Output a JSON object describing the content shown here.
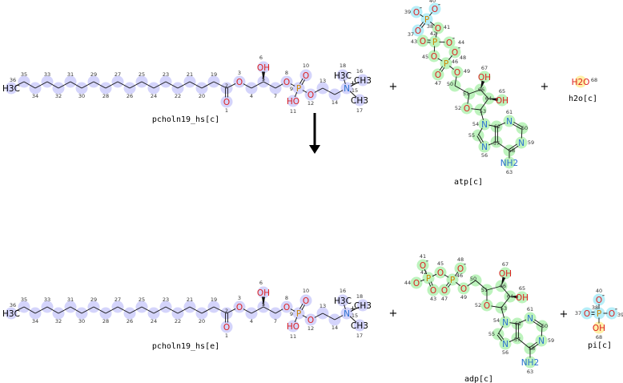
{
  "colors": {
    "l": "#d4d4fb",
    "g": "#bdf3bd",
    "c": "#b6eef8",
    "y": "#fff0a8",
    "O": "#dd2222",
    "P": "#cc8400",
    "N": "#2a6fd0",
    "bond": "#111111"
  },
  "operators": {
    "plus": "+"
  },
  "molecules": {
    "pcholn19_hs_c": {
      "name": "pcholn19_hs[c]",
      "atoms": [
        [
          "36",
          "H3C",
          "",
          "l"
        ],
        [
          "35",
          "",
          "",
          "l"
        ],
        [
          "34",
          "",
          "",
          "l"
        ],
        [
          "33",
          "",
          "",
          "l"
        ],
        [
          "32",
          "",
          "",
          "l"
        ],
        [
          "31",
          "",
          "",
          "l"
        ],
        [
          "30",
          "",
          "",
          "l"
        ],
        [
          "29",
          "",
          "",
          "l"
        ],
        [
          "28",
          "",
          "",
          "l"
        ],
        [
          "27",
          "",
          "",
          "l"
        ],
        [
          "26",
          "",
          "",
          "l"
        ],
        [
          "25",
          "",
          "",
          "l"
        ],
        [
          "24",
          "",
          "",
          "l"
        ],
        [
          "23",
          "",
          "",
          "l"
        ],
        [
          "22",
          "",
          "",
          "l"
        ],
        [
          "21",
          "",
          "",
          "l"
        ],
        [
          "20",
          "",
          "",
          "l"
        ],
        [
          "19",
          "",
          "",
          "l"
        ],
        [
          "2",
          "",
          "",
          "l"
        ],
        [
          "1",
          "O",
          "",
          "l"
        ],
        [
          "3",
          "O",
          "",
          "l"
        ],
        [
          "4",
          "",
          "",
          "l"
        ],
        [
          "5",
          "",
          "",
          "l"
        ],
        [
          "6",
          "OH",
          "",
          "l"
        ],
        [
          "7",
          "",
          "",
          "l"
        ],
        [
          "8",
          "O",
          "",
          "l"
        ],
        [
          "9",
          "P",
          "",
          "l"
        ],
        [
          "10",
          "O",
          "",
          "l"
        ],
        [
          "11",
          "HO",
          "",
          "l"
        ],
        [
          "12",
          "O",
          "",
          "l"
        ],
        [
          "13",
          "",
          "",
          "l"
        ],
        [
          "14",
          "",
          "",
          "l"
        ],
        [
          "15",
          "N",
          "+",
          "l"
        ],
        [
          "18",
          "H3C",
          "",
          "l"
        ],
        [
          "16",
          "CH3",
          "",
          "l"
        ],
        [
          "17",
          "CH3",
          "",
          "l"
        ]
      ]
    },
    "atp_c": {
      "name": "atp[c]",
      "atoms": [
        [
          "39",
          "O",
          "-",
          "c"
        ],
        [
          "40",
          "O",
          "-",
          "c"
        ],
        [
          "38",
          "P",
          "",
          "c"
        ],
        [
          "37",
          "O",
          "",
          "c"
        ],
        [
          "41",
          "O",
          "",
          "g"
        ],
        [
          "42",
          "P",
          "",
          "g"
        ],
        [
          "43",
          "O",
          "",
          "g"
        ],
        [
          "44",
          "O",
          "-",
          "g"
        ],
        [
          "48",
          "O",
          "-",
          "g"
        ],
        [
          "45",
          "O",
          "",
          "g"
        ],
        [
          "46",
          "P",
          "",
          "g"
        ],
        [
          "47",
          "O",
          "",
          "g"
        ],
        [
          "49",
          "O",
          "",
          "g"
        ],
        [
          "50",
          "",
          "",
          "g"
        ],
        [
          "51",
          "",
          "",
          "g"
        ],
        [
          "52",
          "O",
          "",
          "g"
        ],
        [
          "53",
          "",
          "",
          "g"
        ],
        [
          "64",
          "",
          "",
          "g"
        ],
        [
          "65",
          "OH",
          "",
          "g"
        ],
        [
          "66",
          "",
          "",
          "g"
        ],
        [
          "67",
          "OH",
          "",
          "g"
        ],
        [
          "54",
          "N",
          "",
          "g"
        ],
        [
          "55",
          "",
          "",
          "g"
        ],
        [
          "56",
          "N",
          "",
          "g"
        ],
        [
          "57",
          "",
          "",
          "g"
        ],
        [
          "62",
          "",
          "",
          "g"
        ],
        [
          "61",
          "N",
          "",
          "g"
        ],
        [
          "60",
          "",
          "",
          "g"
        ],
        [
          "59",
          "N",
          "",
          "g"
        ],
        [
          "58",
          "",
          "",
          "g"
        ],
        [
          "63",
          "NH2",
          "",
          "g"
        ]
      ]
    },
    "h2o_c": {
      "name": "h2o[c]",
      "atoms": [
        [
          "68",
          "H2O",
          "",
          "y"
        ]
      ]
    },
    "pcholn19_hs_e": {
      "name": "pcholn19_hs[e]",
      "atoms": [
        [
          "36",
          "H3C",
          "",
          "l"
        ],
        [
          "35",
          "",
          "",
          "l"
        ],
        [
          "34",
          "",
          "",
          "l"
        ],
        [
          "33",
          "",
          "",
          "l"
        ],
        [
          "32",
          "",
          "",
          "l"
        ],
        [
          "31",
          "",
          "",
          "l"
        ],
        [
          "30",
          "",
          "",
          "l"
        ],
        [
          "29",
          "",
          "",
          "l"
        ],
        [
          "28",
          "",
          "",
          "l"
        ],
        [
          "27",
          "",
          "",
          "l"
        ],
        [
          "26",
          "",
          "",
          "l"
        ],
        [
          "25",
          "",
          "",
          "l"
        ],
        [
          "24",
          "",
          "",
          "l"
        ],
        [
          "23",
          "",
          "",
          "l"
        ],
        [
          "22",
          "",
          "",
          "l"
        ],
        [
          "21",
          "",
          "",
          "l"
        ],
        [
          "20",
          "",
          "",
          "l"
        ],
        [
          "19",
          "",
          "",
          "l"
        ],
        [
          "2",
          "",
          "",
          "l"
        ],
        [
          "1",
          "O",
          "",
          "l"
        ],
        [
          "3",
          "O",
          "",
          "l"
        ],
        [
          "4",
          "",
          "",
          "l"
        ],
        [
          "5",
          "",
          "",
          "l"
        ],
        [
          "6",
          "OH",
          "",
          "l"
        ],
        [
          "7",
          "",
          "",
          "l"
        ],
        [
          "8",
          "O",
          "",
          "l"
        ],
        [
          "9",
          "P",
          "",
          "l"
        ],
        [
          "10",
          "O",
          "",
          "l"
        ],
        [
          "11",
          "HO",
          "",
          "l"
        ],
        [
          "12",
          "O",
          "",
          "l"
        ],
        [
          "13",
          "",
          "",
          "l"
        ],
        [
          "14",
          "",
          "",
          "l"
        ],
        [
          "15",
          "N",
          "+",
          "l"
        ],
        [
          "16",
          "H3C",
          "",
          "l"
        ],
        [
          "18",
          "CH3",
          "",
          "l"
        ],
        [
          "17",
          "CH3",
          "",
          "l"
        ]
      ]
    },
    "adp_c": {
      "name": "adp[c]",
      "atoms": [
        [
          "41",
          "O",
          "-",
          "g"
        ],
        [
          "42",
          "P",
          "",
          "g"
        ],
        [
          "44",
          "O",
          "",
          "g"
        ],
        [
          "43",
          "O",
          "",
          "g"
        ],
        [
          "45",
          "O",
          "",
          "g"
        ],
        [
          "46",
          "P",
          "",
          "g"
        ],
        [
          "48",
          "O",
          "-",
          "g"
        ],
        [
          "47",
          "O",
          "",
          "g"
        ],
        [
          "49",
          "O",
          "",
          "g"
        ],
        [
          "50",
          "",
          "",
          "g"
        ],
        [
          "51",
          "",
          "",
          "g"
        ],
        [
          "52",
          "O",
          "",
          "g"
        ],
        [
          "53",
          "",
          "",
          "g"
        ],
        [
          "64",
          "",
          "",
          "g"
        ],
        [
          "65",
          "OH",
          "",
          "g"
        ],
        [
          "66",
          "",
          "",
          "g"
        ],
        [
          "67",
          "OH",
          "",
          "g"
        ],
        [
          "54",
          "N",
          "",
          "g"
        ],
        [
          "55",
          "",
          "",
          "g"
        ],
        [
          "56",
          "N",
          "",
          "g"
        ],
        [
          "57",
          "",
          "",
          "g"
        ],
        [
          "62",
          "",
          "",
          "g"
        ],
        [
          "61",
          "N",
          "",
          "g"
        ],
        [
          "60",
          "",
          "",
          "g"
        ],
        [
          "59",
          "N",
          "",
          "g"
        ],
        [
          "58",
          "",
          "",
          "g"
        ],
        [
          "63",
          "NH2",
          "",
          "g"
        ]
      ]
    },
    "pi_c": {
      "name": "pi[c]",
      "atoms": [
        [
          "40",
          "O",
          "-",
          "c"
        ],
        [
          "38",
          "P",
          "",
          "c"
        ],
        [
          "37",
          "O",
          "",
          "c"
        ],
        [
          "39",
          "O",
          "-",
          "c"
        ],
        [
          "68",
          "OH",
          "",
          "y"
        ]
      ]
    }
  }
}
